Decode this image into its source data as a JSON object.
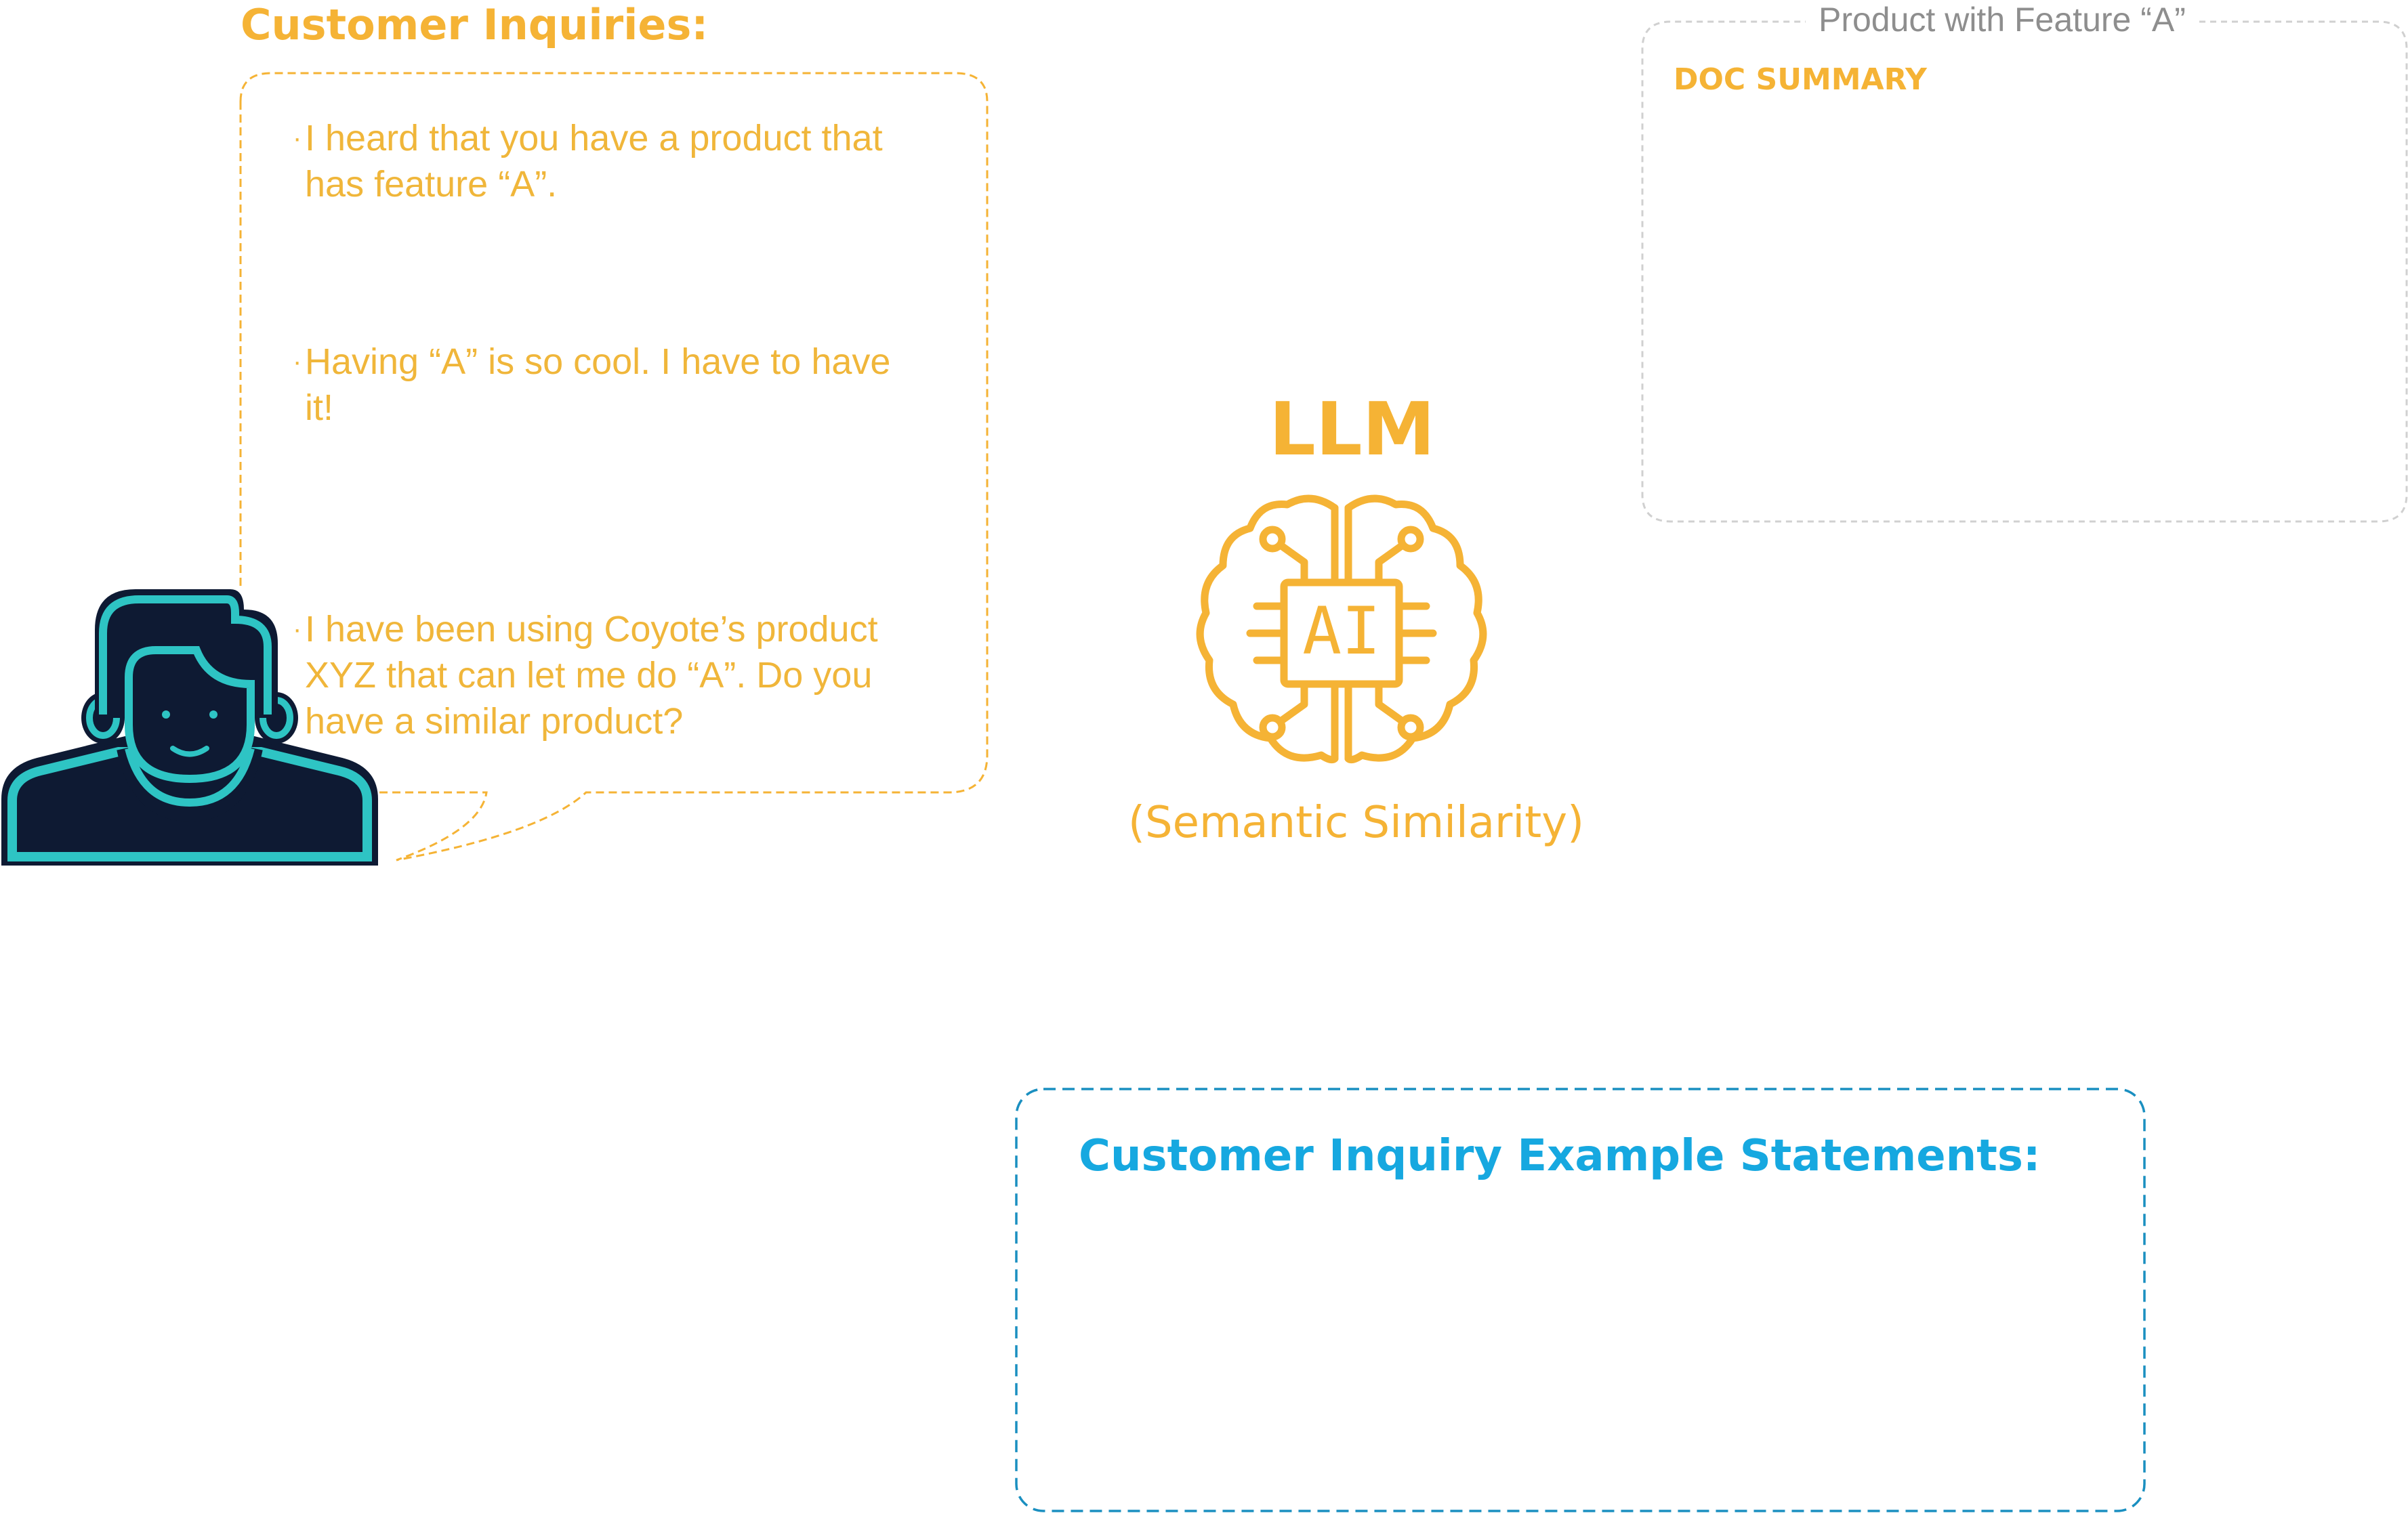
{
  "inquiries": {
    "title": "Customer Inquiries:",
    "items": [
      {
        "bullet": "·",
        "text": "I heard that you have a product that has feature “A”."
      },
      {
        "bullet": "·",
        "text": "Having “A” is so cool. I have to have it!"
      },
      {
        "bullet": "·",
        "text": "I have been using Coyote’s product XYZ that can let me do “A”. Do you have a similar product?"
      }
    ]
  },
  "product": {
    "label": "Product with Feature “A”",
    "doc_summary": "DOC SUMMARY"
  },
  "llm": {
    "title": "LLM",
    "chip_label": "AI",
    "subtitle": "(Semantic Similarity)"
  },
  "examples": {
    "title": "Customer Inquiry Example Statements:"
  },
  "colors": {
    "orange": "#f5b335",
    "blue": "#16a8e0",
    "teal": "#2ec4c4",
    "navy": "#0e1a33",
    "gray": "#cfcfcf"
  },
  "icons": {
    "person": "customer-avatar-icon",
    "brain": "brain-ai-chip-icon"
  }
}
